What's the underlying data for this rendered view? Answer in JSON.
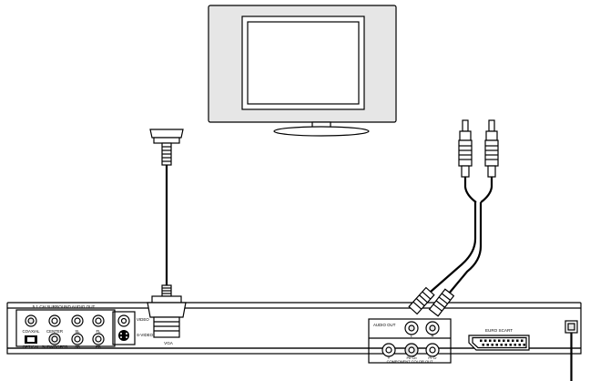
{
  "labels": {
    "surround_header": "5.1 CH SURROUND AUDIO OUT",
    "coaxial": "COAXIAL",
    "center": "CENTER",
    "sl": "SL",
    "fl": "FL",
    "optical": "OPTICAL",
    "subwoofer": "SUBWOOFER",
    "sr": "SR",
    "fr": "FR",
    "video": "VIDEO",
    "svideo": "S-VIDEO",
    "vga": "VGA",
    "audio_out": "AUDIO OUT",
    "audio_l": "L",
    "audio_r": "R",
    "comp_y": "Y",
    "comp_pb": "Pb Cb",
    "comp_pr": "Pr Cr",
    "component_out": "COMPONENT COLOR OUT",
    "euro_scart": "EURO SCART"
  },
  "colors": {
    "line": "#000000",
    "panel_fill": "#ffffff",
    "tv_bezel": "#e6e6e6",
    "jack_fill": "#d0d0d0"
  },
  "icons": {
    "tv": "television-icon",
    "vga_plug": "vga-plug-icon",
    "rca_plug": "rca-plug-icon",
    "power": "power-socket-icon"
  }
}
